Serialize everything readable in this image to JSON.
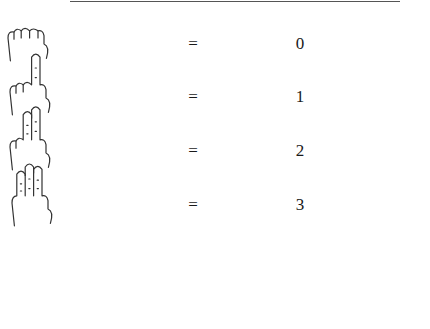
{
  "diagram": {
    "labels": [
      "=",
      "0",
      "=",
      "1",
      "=",
      "2",
      "=",
      "3"
    ]
  }
}
